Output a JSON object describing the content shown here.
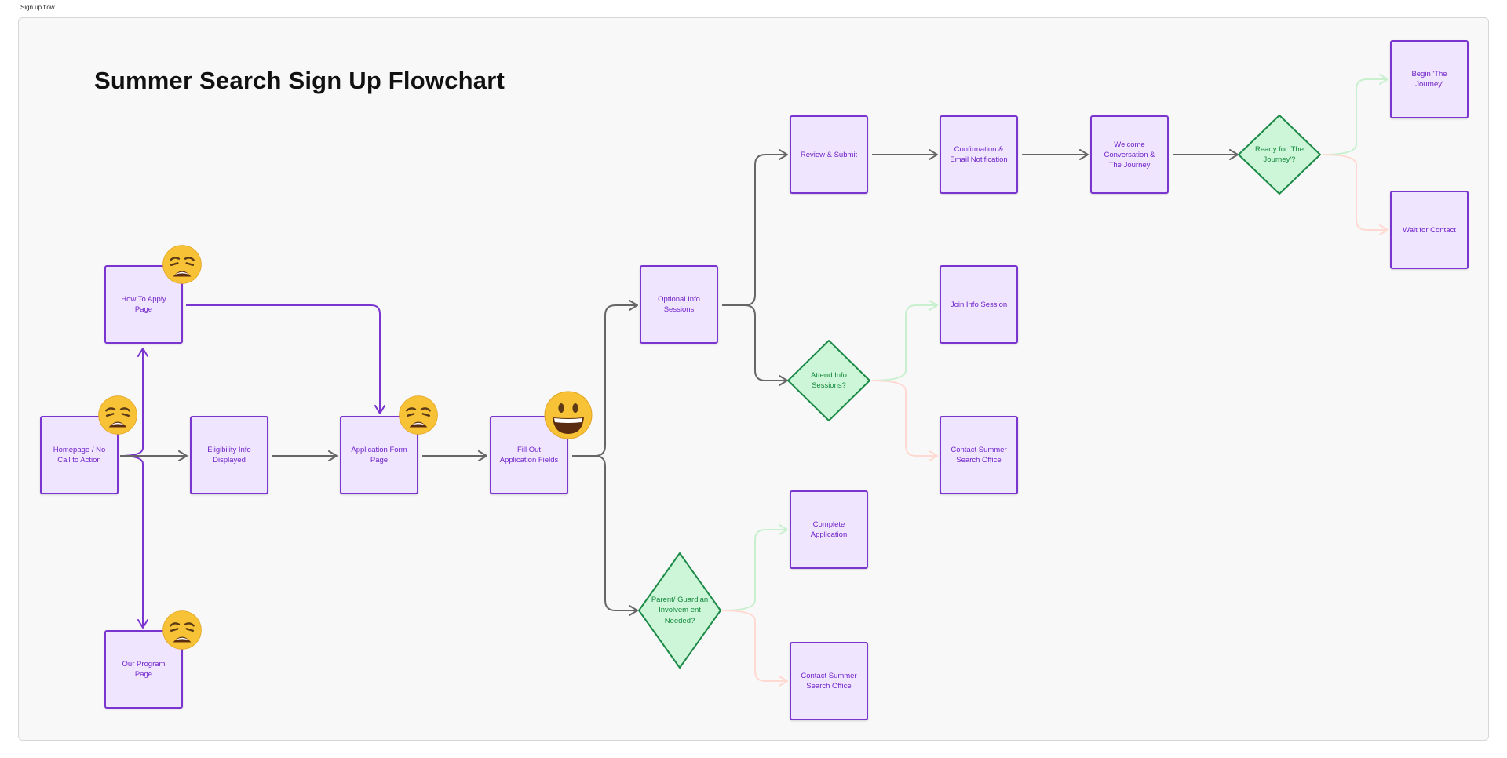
{
  "frame": {
    "label": "Sign up flow"
  },
  "title": "Summer Search Sign Up Flowchart",
  "colors": {
    "process_fill": "#f0e5fe",
    "process_border": "#7a35d1",
    "process_text": "#7024c9",
    "decision_fill": "#cdf5d8",
    "decision_border": "#1a8a46",
    "decision_text": "#138a3c",
    "connector_gray": "#666666",
    "connector_purple": "#7a35d1",
    "yes_branch": "#c8f0cf",
    "no_branch": "#ffd9d2"
  },
  "nodes": {
    "homepage": "Homepage / No Call to Action",
    "how_to_apply": "How To Apply Page",
    "our_program": "Our Program Page",
    "eligibility": "Eligibility Info Displayed",
    "app_form": "Application Form Page",
    "fill_out": "Fill Out Application Fields",
    "optional_info": "Optional Info Sessions",
    "review_submit": "Review & Submit",
    "confirmation": "Confirmation & Email Notification",
    "welcome": "Welcome Conversation & The Journey",
    "begin_journey": "Begin 'The Journey'",
    "wait_contact": "Wait for Contact",
    "join_info": "Join Info Session",
    "contact_office_1": "Contact Summer Search Office",
    "complete_app": "Complete Application",
    "contact_office_2": "Contact Summer Search Office"
  },
  "decisions": {
    "ready": "Ready for 'The Journey'?",
    "attend": "Attend Info Sessions?",
    "parent": "Parent/ Guardian Involvem ent Needed?"
  },
  "emojis": {
    "homepage": "weary-face",
    "how_to_apply": "weary-face",
    "app_form": "weary-face",
    "our_program": "weary-face",
    "fill_out": "grinning-face"
  }
}
